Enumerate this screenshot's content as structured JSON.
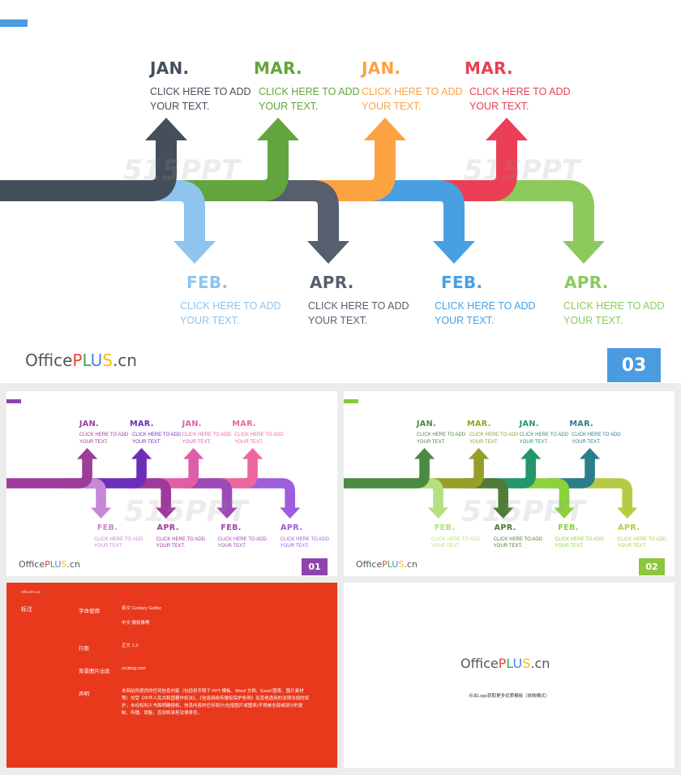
{
  "colors": {
    "accent_blue": "#4a9be0",
    "purple": "#8e44ad",
    "green": "#8cc63f",
    "notes_red": "#e8391c"
  },
  "logo": {
    "office": "Office",
    "p": "P",
    "l": "L",
    "u": "U",
    "s": "S",
    "cn": ".cn"
  },
  "watermark": "515PPT",
  "slides": [
    {
      "page": "03",
      "milestones": [
        {
          "label": "JAN.",
          "text": [
            "CLICK HERE TO ADD",
            "YOUR TEXT."
          ],
          "color": "#454f5b"
        },
        {
          "label": "FEB.",
          "text": [
            "CLICK HERE TO ADD",
            "YOUR TEXT."
          ],
          "color": "#8ec4ee"
        },
        {
          "label": "MAR.",
          "text": [
            "CLICK HERE TO ADD",
            "YOUR TEXT."
          ],
          "color": "#62a53c"
        },
        {
          "label": "APR.",
          "text": [
            "CLICK HERE TO ADD",
            "YOUR TEXT."
          ],
          "color": "#575f6e"
        },
        {
          "label": "JAN.",
          "text": [
            "CLICK HERE TO ADD",
            "YOUR TEXT."
          ],
          "color": "#fba341"
        },
        {
          "label": "FEB.",
          "text": [
            "CLICK HERE TO ADD",
            "YOUR TEXT."
          ],
          "color": "#48a0e3"
        },
        {
          "label": "MAR.",
          "text": [
            "CLICK HERE TO ADD",
            "YOUR TEXT."
          ],
          "color": "#ea3f55"
        },
        {
          "label": "APR.",
          "text": [
            "CLICK HERE TO ADD",
            "YOUR TEXT."
          ],
          "color": "#8cca5d"
        }
      ]
    },
    {
      "page": "01",
      "milestones": [
        {
          "label": "JAN.",
          "text": [
            "CLICK HERE TO ADD",
            "YOUR TEXT."
          ],
          "color": "#9b3d99"
        },
        {
          "label": "FEB.",
          "text": [
            "CLICK HERE TO ADD",
            "YOUR TEXT."
          ],
          "color": "#c689d6"
        },
        {
          "label": "MAR.",
          "text": [
            "CLICK HERE TO ADD",
            "YOUR TEXT."
          ],
          "color": "#6c2eb8"
        },
        {
          "label": "APR.",
          "text": [
            "CLICK HERE TO ADD",
            "YOUR TEXT."
          ],
          "color": "#a0399b"
        },
        {
          "label": "JAN.",
          "text": [
            "CLICK HERE TO ADD",
            "YOUR TEXT."
          ],
          "color": "#e05ea8"
        },
        {
          "label": "FEB.",
          "text": [
            "CLICK HERE TO ADD",
            "YOUR TEXT."
          ],
          "color": "#9c4ab5"
        },
        {
          "label": "MAR.",
          "text": [
            "CLICK HERE TO ADD",
            "YOUR TEXT."
          ],
          "color": "#ee679c"
        },
        {
          "label": "APR.",
          "text": [
            "CLICK HERE TO ADD",
            "YOUR TEXT."
          ],
          "color": "#9d5ddc"
        }
      ]
    },
    {
      "page": "02",
      "milestones": [
        {
          "label": "JAN.",
          "text": [
            "CLICK HERE TO ADD",
            "YOUR TEXT."
          ],
          "color": "#4a8a43"
        },
        {
          "label": "FEB.",
          "text": [
            "CLICK HERE TO ADD",
            "YOUR TEXT."
          ],
          "color": "#b5df80"
        },
        {
          "label": "MAR.",
          "text": [
            "CLICK HERE TO ADD",
            "YOUR TEXT."
          ],
          "color": "#95a02a"
        },
        {
          "label": "APR.",
          "text": [
            "CLICK HERE TO ADD",
            "YOUR TEXT."
          ],
          "color": "#4f7c36"
        },
        {
          "label": "JAN.",
          "text": [
            "CLICK HERE TO ADD",
            "YOUR TEXT."
          ],
          "color": "#23966a"
        },
        {
          "label": "FEB.",
          "text": [
            "CLICK HERE TO ADD",
            "YOUR TEXT."
          ],
          "color": "#8cd33b"
        },
        {
          "label": "MAR.",
          "text": [
            "CLICK HERE TO ADD",
            "YOUR TEXT."
          ],
          "color": "#2c7d8c"
        },
        {
          "label": "APR.",
          "text": [
            "CLICK HERE TO ADD",
            "YOUR TEXT."
          ],
          "color": "#b7ca47"
        }
      ]
    }
  ],
  "notes": {
    "header": "OfficePLUS",
    "title": "标注",
    "rows": [
      {
        "key": "字体使用",
        "values": [
          "英文 Century Gothic",
          "中文 微软雅黑"
        ]
      },
      {
        "key": "行距",
        "values": [
          "正文 1.3"
        ]
      },
      {
        "key": "背景图片出处",
        "values": [
          "cn.bing.com"
        ]
      },
      {
        "key": "声明",
        "values": [
          "本网站所提供的任何信息内容（包括但不限于 PPT 模板、Word 文档、Excel 图表、图片素材等）均受《中华人民共和国著作权法》、《信息网络传播权保护条例》及其他适用的法律法规的保护，未经权利人书面明确授权，信息内容的任何部分(包括图片或图表)不得被全部或部分的复制、传播、销售，否则将承担法律责任。"
        ]
      }
    ]
  },
  "end_slide": {
    "caption": "点击Logo获取更多优质模板（放映模式）"
  }
}
